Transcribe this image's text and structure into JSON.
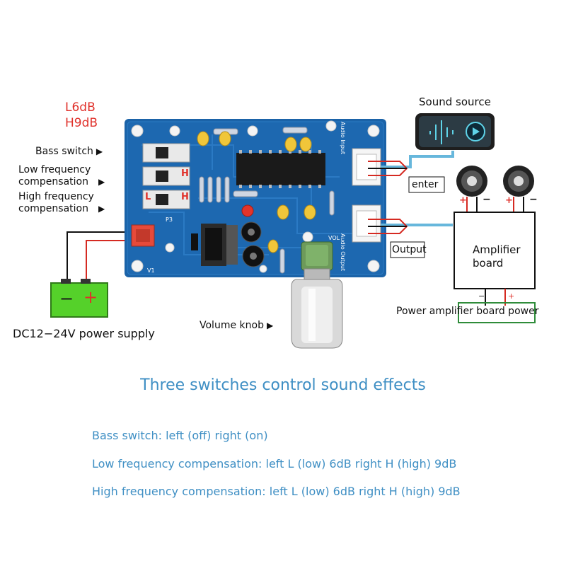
{
  "board_labels": {
    "gain_low": "L6dB",
    "gain_high": "H9dB",
    "bass_switch": "Bass switch",
    "low_comp_line1": "Low frequency",
    "low_comp_line2": "compensation",
    "high_comp_line1": "High frequency",
    "high_comp_line2": "compensation",
    "audio_input": "Audio Input",
    "audio_output": "Audio Output",
    "vol": "VOL",
    "v1": "V1",
    "p3": "P3",
    "switch_l": "L",
    "switch_h": "H"
  },
  "power": {
    "minus": "−",
    "plus": "+",
    "label": "DC12−24V power supply"
  },
  "volume": {
    "label": "Volume knob"
  },
  "source": {
    "label": "Sound source",
    "enter": "enter",
    "output": "Output"
  },
  "amplifier": {
    "line1": "Amplifier",
    "line2": "board",
    "power_label": "Power amplifier board power",
    "speaker_plus": "+",
    "speaker_minus": "−"
  },
  "headline": "Three switches control sound effects",
  "descriptions": [
    "Bass switch: left (off) right (on)",
    "Low frequency compensation: left L (low) 6dB right H (high) 9dB",
    "High frequency compensation: left L (low) 6dB right H (high) 9dB"
  ],
  "colors": {
    "pcb": "#1b63a8",
    "pcb_dark": "#134f8a",
    "accent_blue": "#3f8fc4",
    "label_red": "#e0312b",
    "battery_green": "#55d12a",
    "amp_power_box": "#2f8c3a",
    "cable_blue": "#67b7dc"
  }
}
